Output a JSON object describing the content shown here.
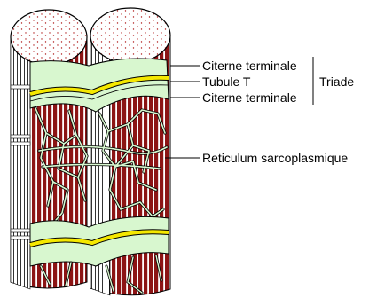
{
  "labels": {
    "citerne_top": "Citerne terminale",
    "tubule": "Tubule T",
    "citerne_bottom": "Citerne terminale",
    "triade": "Triade",
    "reticulum": "Reticulum sarcoplasmique"
  },
  "colors": {
    "myofibril": "#8c1414",
    "sarcoplasmic_reticulum": "#d8f7cf",
    "t_tubule": "#f5e800",
    "outline": "#000000",
    "background": "#ffffff"
  }
}
